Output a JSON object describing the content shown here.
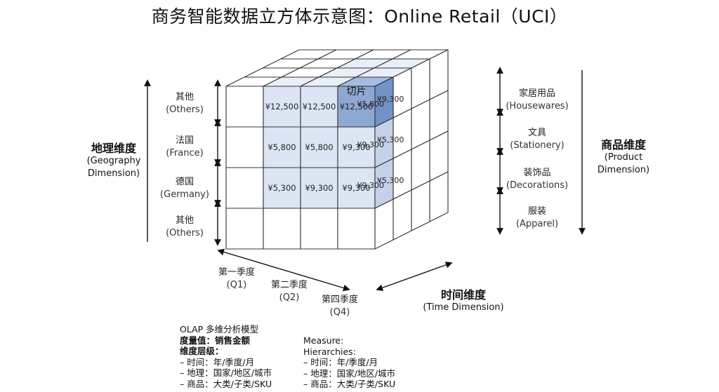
{
  "title": "商务智能数据立方体示意图：Online Retail（UCI）",
  "geography": {
    "title": "地理维度",
    "subtitle": [
      "(Geography",
      "Dimension)"
    ],
    "levels": [
      {
        "zh": "其他",
        "en": "(Others)"
      },
      {
        "zh": "法国",
        "en": "(France)"
      },
      {
        "zh": "德国",
        "en": "(Germany)"
      },
      {
        "zh": "其他",
        "en": "(Others)"
      }
    ]
  },
  "product": {
    "title": "商品维度",
    "subtitle": [
      "(Product",
      "Dimension)"
    ],
    "levels": [
      {
        "zh": "家居用品",
        "en": "(Housewares)"
      },
      {
        "zh": "文具",
        "en": "(Stationery)"
      },
      {
        "zh": "装饰品",
        "en": "(Decorations)"
      },
      {
        "zh": "服装",
        "en": "(Apparel)"
      }
    ]
  },
  "time": {
    "title": "时间维度",
    "subtitle": "(Time Dimension)",
    "levels": [
      {
        "zh": "第一季度",
        "en": "(Q1)"
      },
      {
        "zh": "第二季度",
        "en": "(Q2)"
      },
      {
        "zh": "第四季度",
        "en": "(Q4)"
      }
    ]
  },
  "slice_label": "切片",
  "front_values": [
    [
      "¥12,500",
      "¥12,500",
      "¥12,500"
    ],
    [
      "¥5,800",
      "¥5,800",
      "¥9,300"
    ],
    [
      "¥5,300",
      "¥9,300",
      "¥9,300"
    ]
  ],
  "side_values": [
    [
      "¥5,800",
      "¥9,300"
    ],
    [
      "¥9,300",
      "¥5,300"
    ],
    [
      "¥9,300",
      "¥5,300"
    ]
  ],
  "legend_left": {
    "heading": "OLAP 多维分析模型",
    "lines": [
      "度量值：销售金额",
      "维度层级：",
      "– 时间：年/季度/月",
      "– 地理：国家/地区/城市",
      "– 商品：大类/子类/SKU"
    ]
  },
  "legend_right": {
    "lines": [
      "Measure:",
      "Hierarchies:",
      "– 时间：年/季度/月",
      "– 地理：国家/地区/城市",
      "– 商品：大类/子类/SKU"
    ]
  },
  "colors": {
    "cube_face": "#ffffff",
    "cube_edge": "#333333",
    "highlight_front": "#dbe5f3",
    "highlight_side": "#c3d2e8",
    "highlight_top": "#e9eff8",
    "slice_front": "#8da8d3",
    "slice_side": "#7192c6",
    "slice_top": "#a6bce0"
  }
}
